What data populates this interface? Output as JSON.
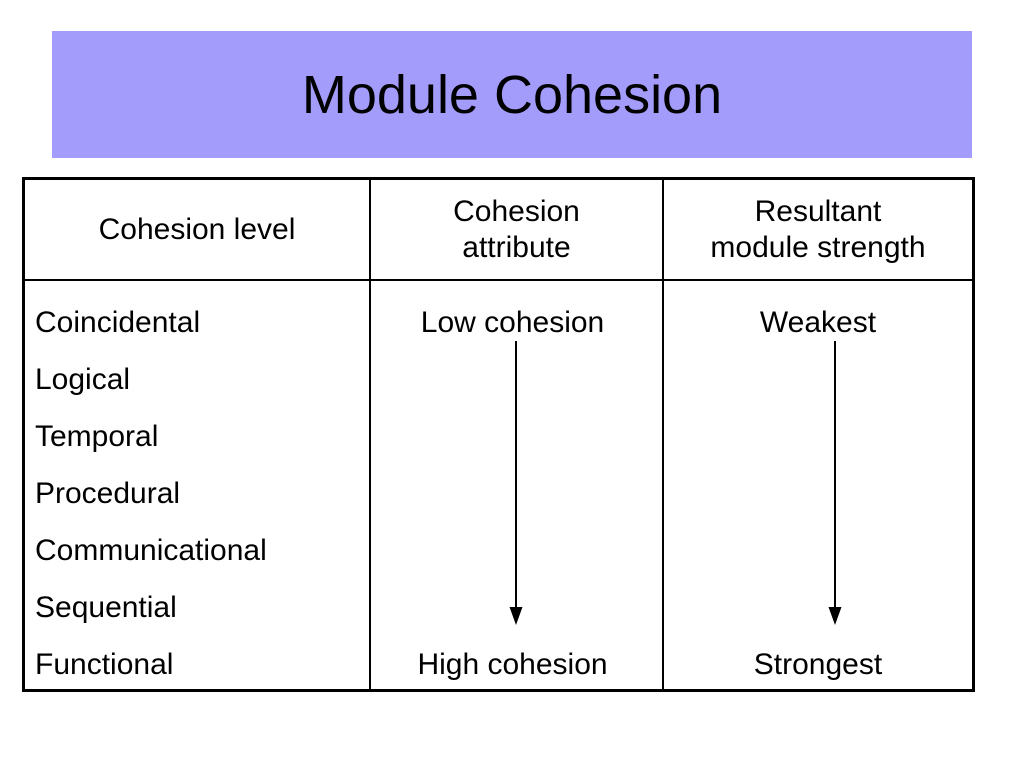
{
  "slide": {
    "title": "Module Cohesion",
    "banner_color": "#a39cfb",
    "text_color": "#000000",
    "background_color": "#ffffff"
  },
  "table": {
    "border_color": "#000000",
    "headers": [
      {
        "lines": [
          "Cohesion level"
        ],
        "align": "center"
      },
      {
        "lines": [
          "Cohesion",
          "attribute"
        ],
        "align": "center"
      },
      {
        "lines": [
          "Resultant",
          "module strength"
        ],
        "align": "center"
      }
    ],
    "cohesion_levels": [
      "Coincidental",
      "Logical",
      "Temporal",
      "Procedural",
      "Communicational",
      "Sequential",
      "Functional"
    ],
    "cohesion_attribute": {
      "top_label": "Low cohesion",
      "bottom_label": "High cohesion",
      "arrow_direction": "down"
    },
    "resultant_module_strength": {
      "top_label": "Weakest",
      "bottom_label": "Strongest",
      "arrow_direction": "down"
    }
  }
}
